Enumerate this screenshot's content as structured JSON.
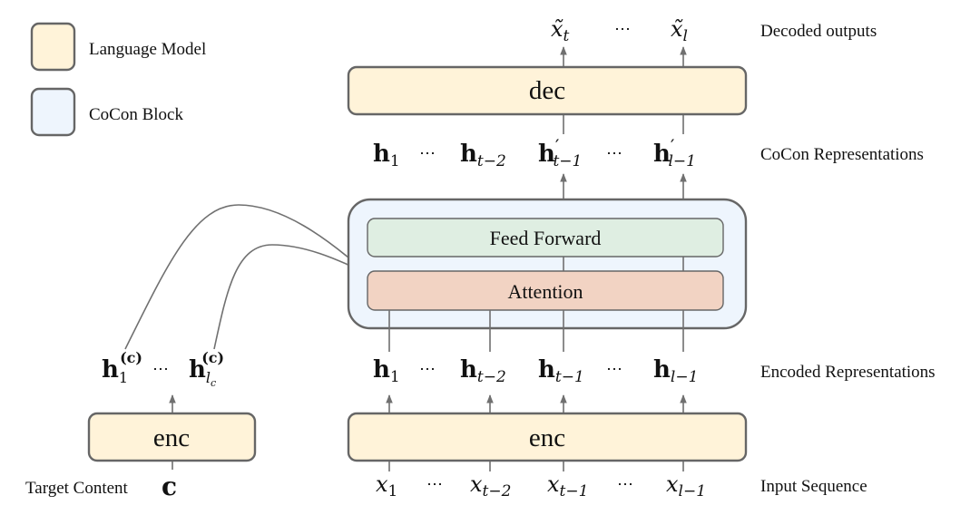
{
  "legend": {
    "items": [
      {
        "label": "Language Model",
        "color": "#fff3d9"
      },
      {
        "label": "CoCon Block",
        "color": "#eef5fd"
      }
    ]
  },
  "colors": {
    "language_model_fill": "#fff3d9",
    "cocon_fill": "#eef5fd",
    "feed_forward_fill": "#dfeee2",
    "attention_fill": "#f2d3c3",
    "border": "#666666",
    "arrow": "#707070"
  },
  "blocks": {
    "dec": "dec",
    "feed_forward": "Feed Forward",
    "attention": "Attention",
    "enc_main": "enc",
    "enc_target": "enc"
  },
  "row_labels": {
    "decoded": "Decoded outputs",
    "cocon": "CoCon Representations",
    "encoded": "Encoded Representations",
    "input": "Input Sequence",
    "target": "Target Content"
  },
  "sequences": {
    "decoded": [
      "x̃_t",
      "⋯",
      "x̃_l"
    ],
    "cocon": [
      "h_1",
      "⋯",
      "h_{t-2}",
      "h'_{t-1}",
      "⋯",
      "h'_{l-1}"
    ],
    "encoded": [
      "h_1",
      "⋯",
      "h_{t-2}",
      "h_{t-1}",
      "⋯",
      "h_{l-1}"
    ],
    "input": [
      "x_1",
      "⋯",
      "x_{t-2}",
      "x_{t-1}",
      "⋯",
      "x_{l-1}"
    ],
    "target_encoded": [
      "h_1^(c)",
      "⋯",
      "h_{l_c}^(c)"
    ],
    "target": "c"
  },
  "math_parts": {
    "h": "h",
    "x": "x",
    "c": "c",
    "dots": "⋯",
    "sub_1": "1",
    "sub_t2": "t−2",
    "sub_t1": "t−1",
    "sub_l1": "l−1",
    "sub_t": "t",
    "sub_l": "l",
    "sub_lc": "l",
    "sub_lc_c": "c",
    "sup_c": "(c)",
    "prime": "′",
    "tilde_x": "x̃"
  }
}
